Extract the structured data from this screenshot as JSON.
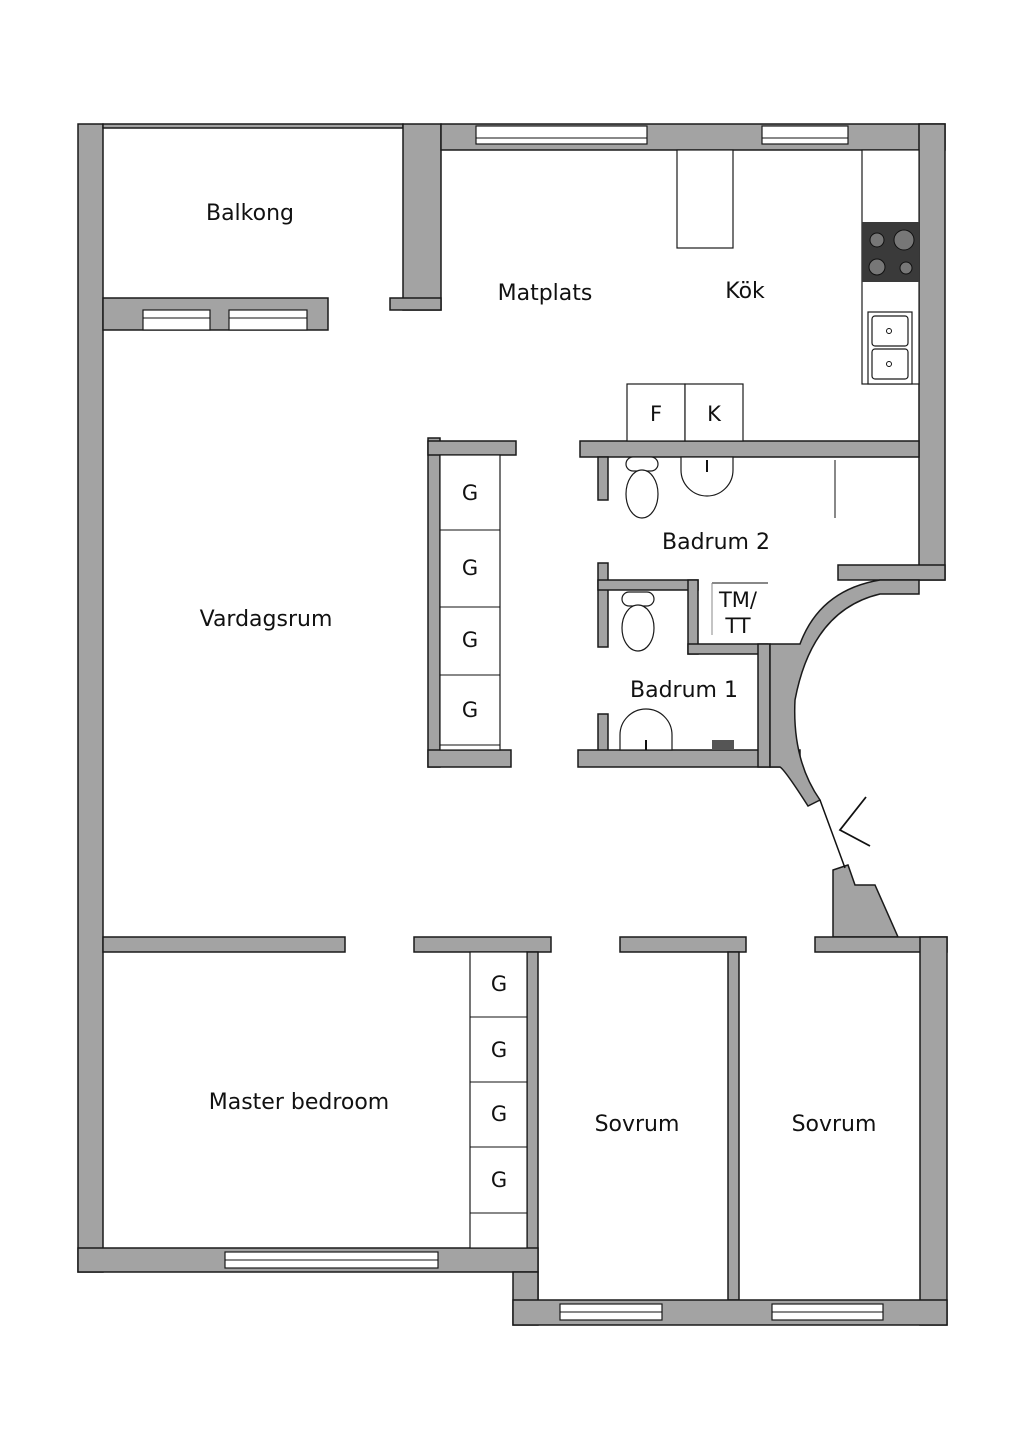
{
  "rooms": {
    "balkong": "Balkong",
    "matplats": "Matplats",
    "kok": "Kök",
    "vardagsrum": "Vardagsrum",
    "badrum2": "Badrum 2",
    "badrum1": "Badrum 1",
    "master": "Master bedroom",
    "sovrum_a": "Sovrum",
    "sovrum_b": "Sovrum"
  },
  "fixtures": {
    "fridge": "F",
    "freezer": "K",
    "laundry_line1": "TM/",
    "laundry_line2": "TT",
    "wardrobe": "G"
  },
  "colors": {
    "wall": "#a3a3a3",
    "stove": "#3a3a3a"
  }
}
